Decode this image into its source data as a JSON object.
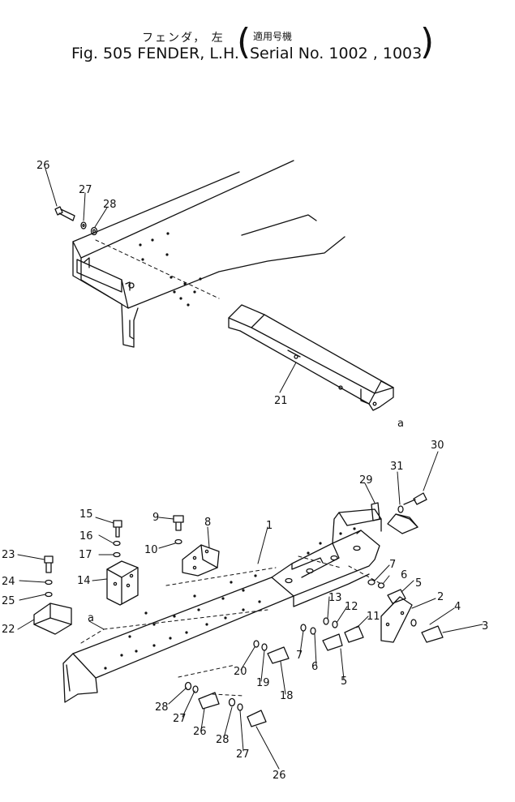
{
  "header": {
    "jp_title": "フェンダ， 左",
    "jp_serial": "適用号機",
    "en_title": "Fig. 505 FENDER, L.H.",
    "serial": "Serial No. 1002 , 1003"
  },
  "callouts": [
    {
      "id": "c26a",
      "text": "26"
    },
    {
      "id": "c27a",
      "text": "27"
    },
    {
      "id": "c28a",
      "text": "28"
    },
    {
      "id": "c21",
      "text": "21"
    },
    {
      "id": "ca1",
      "text": "a"
    },
    {
      "id": "c30",
      "text": "30"
    },
    {
      "id": "c31",
      "text": "31"
    },
    {
      "id": "c29",
      "text": "29"
    },
    {
      "id": "c15",
      "text": "15"
    },
    {
      "id": "c9",
      "text": "9"
    },
    {
      "id": "c8",
      "text": "8"
    },
    {
      "id": "c1",
      "text": "1"
    },
    {
      "id": "c16",
      "text": "16"
    },
    {
      "id": "c10",
      "text": "10"
    },
    {
      "id": "c17",
      "text": "17"
    },
    {
      "id": "c23",
      "text": "23"
    },
    {
      "id": "c24",
      "text": "24"
    },
    {
      "id": "c25",
      "text": "25"
    },
    {
      "id": "c22",
      "text": "22"
    },
    {
      "id": "c14",
      "text": "14"
    },
    {
      "id": "ca2",
      "text": "a"
    },
    {
      "id": "c7a",
      "text": "7"
    },
    {
      "id": "c6a",
      "text": "6"
    },
    {
      "id": "c5a",
      "text": "5"
    },
    {
      "id": "c2",
      "text": "2"
    },
    {
      "id": "c4",
      "text": "4"
    },
    {
      "id": "c3",
      "text": "3"
    },
    {
      "id": "c13",
      "text": "13"
    },
    {
      "id": "c12",
      "text": "12"
    },
    {
      "id": "c11",
      "text": "11"
    },
    {
      "id": "c7b",
      "text": "7"
    },
    {
      "id": "c6b",
      "text": "6"
    },
    {
      "id": "c5b",
      "text": "5"
    },
    {
      "id": "c20",
      "text": "20"
    },
    {
      "id": "c19",
      "text": "19"
    },
    {
      "id": "c18",
      "text": "18"
    },
    {
      "id": "c28b",
      "text": "28"
    },
    {
      "id": "c27b",
      "text": "27"
    },
    {
      "id": "c26b",
      "text": "26"
    },
    {
      "id": "c28c",
      "text": "28"
    },
    {
      "id": "c27c",
      "text": "27"
    },
    {
      "id": "c26c",
      "text": "26"
    }
  ]
}
